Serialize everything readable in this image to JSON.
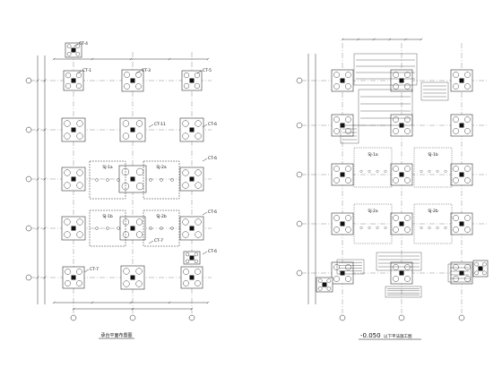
{
  "drawing": {
    "left_plan": {
      "title": "承台平面布置图",
      "cap_labels": [
        "CT-1",
        "CT-3",
        "CT-5",
        "CT-4",
        "CT-11",
        "CT-6",
        "CT-6",
        "CT-6",
        "CT-7",
        "CT-6",
        "CT-7"
      ],
      "sj_labels": [
        "SJ-1a",
        "SJ-2a",
        "SJ-1b",
        "SJ-2b"
      ]
    },
    "right_plan": {
      "level_label": "-0.050",
      "level_suffix": "以下平法施工图",
      "sj_labels": [
        "SJ-1a",
        "SJ-1b",
        "SJ-2a",
        "SJ-2b"
      ]
    }
  }
}
